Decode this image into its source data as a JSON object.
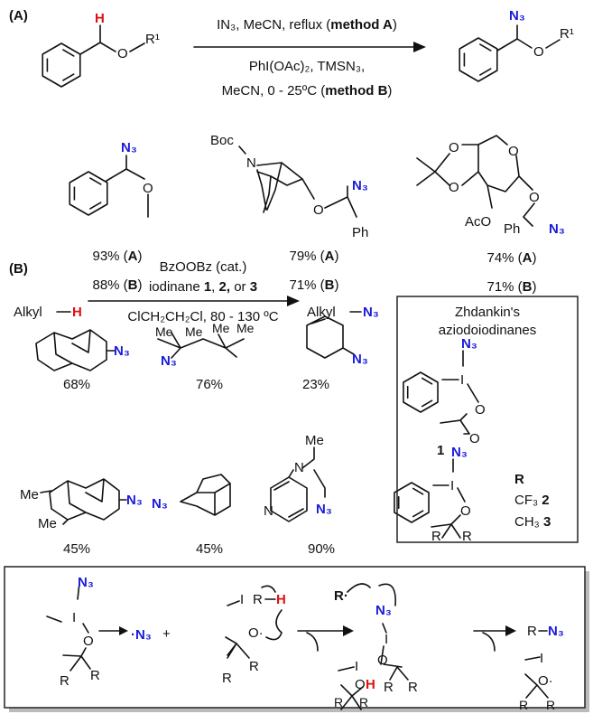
{
  "section_a": {
    "label": "(A)",
    "substrate": {
      "h": "H",
      "o": "O",
      "r1": "R¹"
    },
    "conditions": {
      "line1_pre": "IN₃, MeCN, reflux (",
      "line1_bold": "method A",
      "line1_post": ")",
      "line2": "PhI(OAc)₂, TMSN₃,",
      "line3_pre": "MeCN, 0 - 25ºC (",
      "line3_bold": "method B",
      "line3_post": ")"
    },
    "product": {
      "n3": "N₃",
      "o": "O",
      "r1": "R¹"
    },
    "examples": [
      {
        "n3": "N₃",
        "o": "O",
        "yield_a": "93% (",
        "yield_b": "88% (",
        "a": "A",
        "b": "B",
        "close": ")"
      },
      {
        "boc": "Boc",
        "n": "N",
        "o": "O",
        "n3": "N₃",
        "ph": "Ph",
        "yield_a": "79% (",
        "yield_b": "71% (",
        "a": "A",
        "b": "B",
        "close": ")"
      },
      {
        "o1": "O",
        "o2": "O",
        "o3": "O",
        "o4": "O",
        "aco": "AcO",
        "ph": "Ph",
        "n3": "N₃",
        "yield_a": "74% (",
        "yield_b": "71% (",
        "a": "A",
        "b": "B",
        "close": ")"
      }
    ]
  },
  "section_b": {
    "label": "(B)",
    "reactant_alkyl": "Alkyl",
    "reactant_h": "H",
    "product_alkyl": "Alkyl",
    "product_n3": "N₃",
    "conditions": {
      "line1": "BzOOBz (cat.)",
      "line2_pre": "iodinane ",
      "n1": "1",
      "sep1": ", ",
      "n2": "2,",
      "line2_mid": " or ",
      "n3": "3",
      "line3": "ClCH₂CH₂Cl, 80 - 130 ºC"
    },
    "examples": [
      {
        "n3": "N₃",
        "yield": "68%"
      },
      {
        "me": "Me",
        "n3": "N₃",
        "yield": "76%"
      },
      {
        "n3": "N₃",
        "yield": "23%"
      },
      {
        "me1": "Me",
        "me2": "Me",
        "n3": "N₃",
        "yield": "45%"
      },
      {
        "n3": "N₃",
        "yield": "45%"
      },
      {
        "me": "Me",
        "n": "N",
        "n3": "N₃",
        "yield": "90%"
      }
    ],
    "reagent_box": {
      "title1": "Zhdankin's",
      "title2": "aziodoiodinanes",
      "c1": {
        "n3": "N₃",
        "i": "I",
        "o1": "O",
        "o2": "O",
        "label": "1"
      },
      "c2": {
        "n3": "N₃",
        "i": "I",
        "o": "O",
        "r1": "R",
        "r2": "R"
      },
      "r_header": "R",
      "rows": [
        {
          "group": "CF₃",
          "num": "2"
        },
        {
          "group": "CH₃",
          "num": "3"
        }
      ]
    }
  },
  "mechanism": {
    "n3": "N₃",
    "i": "I",
    "o": "O",
    "r": "R",
    "azide_radical": "·N₃",
    "plus": "+",
    "rh_r": "R",
    "rh_h": "H",
    "oxyl": "O·",
    "alcohol_o": "O",
    "alcohol_h": "H",
    "r_radical": "R·",
    "product_r": "R",
    "product_n3": "N₃"
  }
}
